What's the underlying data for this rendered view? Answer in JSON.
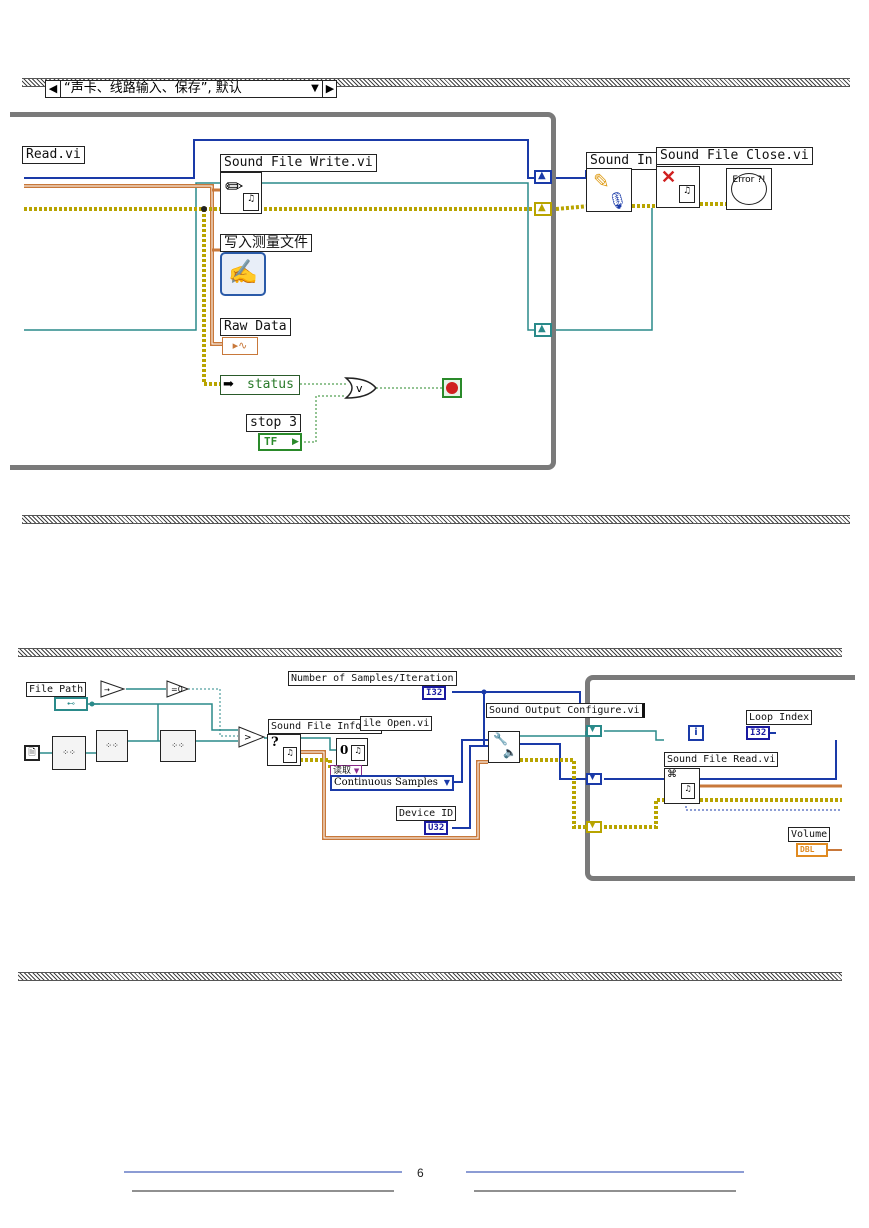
{
  "case_selector": {
    "value": "“声卡、线路输入、保存”, 默认"
  },
  "block1": {
    "labels": {
      "read_vi": "Read.vi",
      "sound_file_write": "Sound File Write.vi",
      "write_measurement": "写入测量文件",
      "raw_data": "Raw Data",
      "status": "status",
      "stop": "stop 3",
      "stop_terminal": "TF",
      "sound_in": "Sound In",
      "sound_file_close": "Sound File Close.vi",
      "error_text": "Error ?!"
    }
  },
  "block2": {
    "labels": {
      "file_path": "File Path",
      "num_samples": "Number of Samples/Iteration",
      "num_samples_type": "I32",
      "sound_file_info": "Sound File Info.vi",
      "file_open": "ile Open.vi",
      "sound_output_configure": "Sound Output Configure.vi",
      "loop_index": "Loop Index",
      "loop_index_type": "I32",
      "iter_terminal": "i",
      "read_mode": "读取",
      "continuous_samples": "Continuous Samples",
      "device_id": "Device ID",
      "device_id_type": "U32",
      "sound_file_read": "Sound File Read.vi",
      "volume": "Volume",
      "volume_type": "DBL"
    }
  },
  "footer": {
    "page_number": "6"
  },
  "colors": {
    "loop_frame": "#7a7a7a",
    "blue_wire": "#1a3aa8",
    "teal_wire": "#2a8a8a",
    "error_cluster": "#b8a400",
    "waveform": "#c8783a",
    "boolean": "#2a8a2a"
  }
}
